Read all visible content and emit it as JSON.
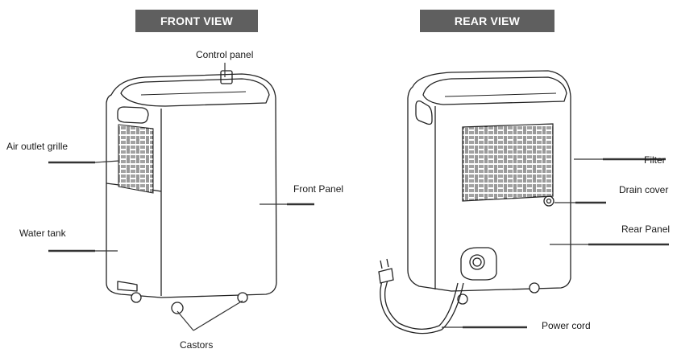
{
  "headers": {
    "front": "FRONT VIEW",
    "rear": "REAR VIEW"
  },
  "front_labels": {
    "control_panel": "Control panel",
    "air_outlet_grille": "Air outlet grille",
    "front_panel": "Front Panel",
    "water_tank": "Water tank",
    "castors": "Castors"
  },
  "rear_labels": {
    "filter": "Filter",
    "drain_cover": "Drain cover",
    "rear_panel": "Rear Panel",
    "power_cord": "Power cord"
  }
}
